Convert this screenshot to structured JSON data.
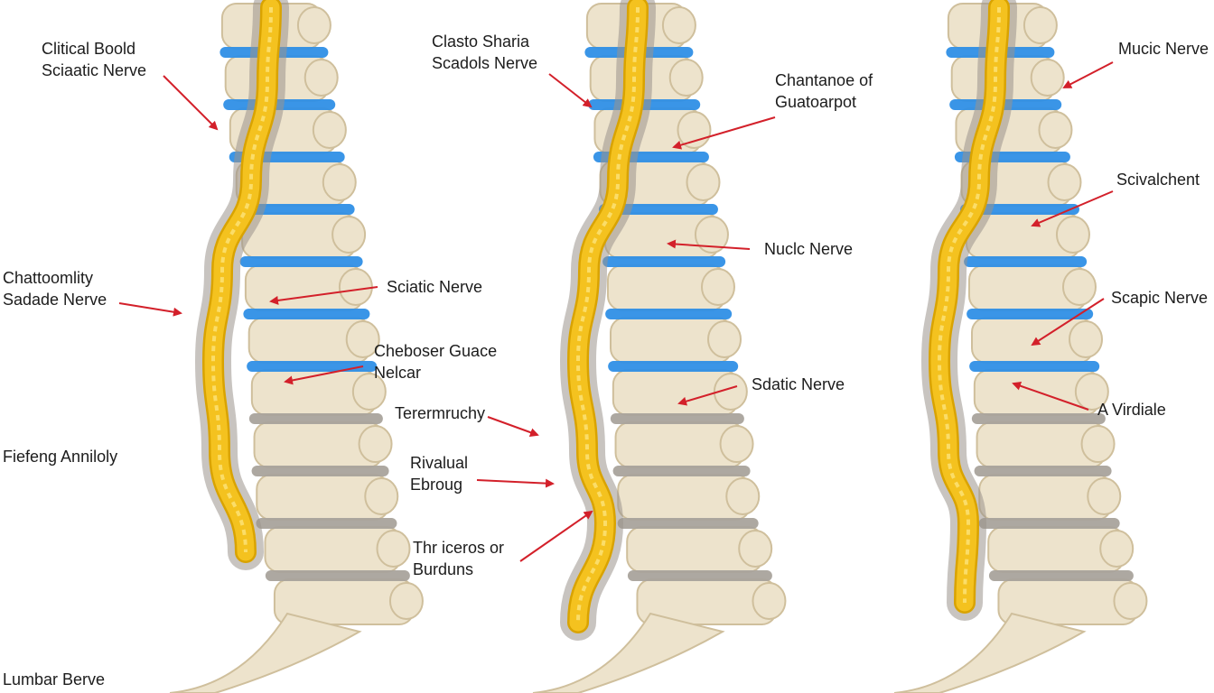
{
  "colors": {
    "background": "#ffffff",
    "bone": "#ede3cc",
    "bone_shade": "#cfbf9c",
    "disc": "#2f8fe6",
    "disc_grey": "#a9a39c",
    "canal": "#9a948d",
    "nerve": "#f4c21f",
    "nerve_fibre": "#fde37a",
    "pointer": "#d3202a",
    "text": "#1c1c1c"
  },
  "labels": {
    "l1": [
      "Clitical Boold",
      "Sciaatic Nerve"
    ],
    "l2": [
      "Chattoomlity",
      "Sadade Nerve"
    ],
    "l3": [
      "Fiefeng Anniloly"
    ],
    "l4": [
      "Lumbar Berve"
    ],
    "l5": [
      "Sciatic Nerve"
    ],
    "l6": [
      "Cheboser Guace",
      "Nelcar"
    ],
    "l7": [
      "Clasto Sharia",
      "Scadols Nerve"
    ],
    "l8": [
      "Terermruchy"
    ],
    "l9": [
      "Rivalual",
      "Ebroug"
    ],
    "l10": [
      "Thr iceros or",
      "Burduns"
    ],
    "l11": [
      "Chantanoe of",
      "Guatoarpot"
    ],
    "l12": [
      "Nuclc Nerve"
    ],
    "l13": [
      "Sdatic Nerve"
    ],
    "l14": [
      "Mucic Nerve"
    ],
    "l15": [
      "Scivalchent"
    ],
    "l16": [
      "Scapic Nerve"
    ],
    "l17": [
      "A Virdiale"
    ]
  }
}
